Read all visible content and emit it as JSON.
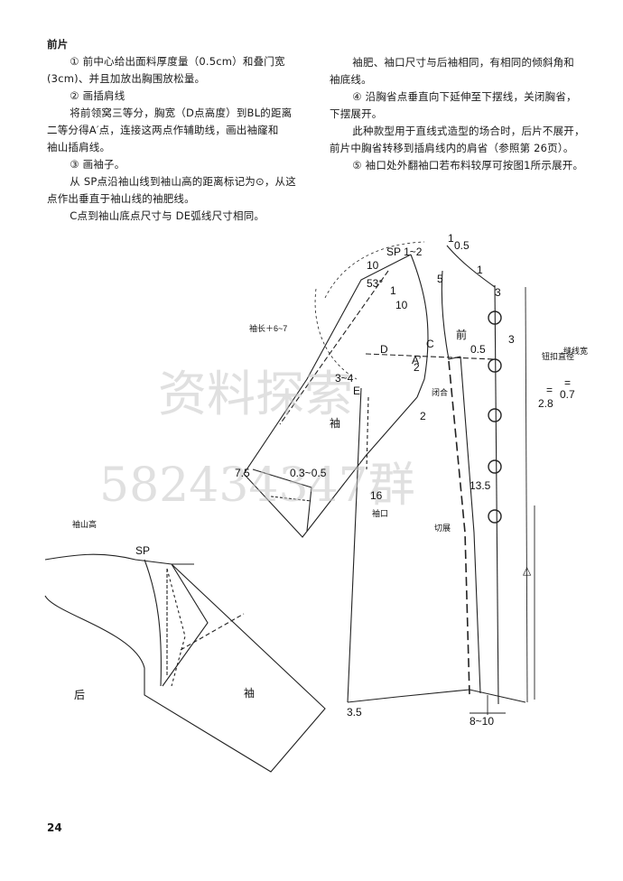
{
  "text": {
    "section_title": "前片",
    "left_paragraphs": [
      "① 前中心给出面料厚度量（0.5cm）和叠门宽",
      "(3cm)、并且加放出胸围放松量。",
      "② 画插肩线",
      "将前领窝三等分，胸宽（D点高度）到BL的距离",
      "二等分得A′点，连接这两点作辅助线，画出袖窿和",
      "袖山插肩线。",
      "③ 画袖子。",
      "从 SP点沿袖山线到袖山高的距离标记为⊙，从这",
      "点作出垂直于袖山线的袖肥线。",
      "C点到袖山底点尺寸与 DE弧线尺寸相同。"
    ],
    "right_paragraphs": [
      "袖肥、袖口尺寸与后袖相同，有相同的倾斜角和",
      "袖底线。",
      "④ 沿胸省点垂直向下延伸至下摆线，关闭胸省，",
      "下摆展开。",
      "此种款型用于直线式造型的场合时，后片不展开，",
      "前片中胸省转移到插肩线内的肩省（参照第 26页）。",
      "⑤ 袖口处外翻袖口若布料较厚可按图1所示展开。"
    ]
  },
  "diagram_labels": {
    "sp_1_2": "SP 1~2",
    "one_top": "1",
    "zero_five_top": "0.5",
    "ten_a": "10",
    "fifty_three": "53°",
    "one_a": "1",
    "ten_b": "10",
    "five": "5",
    "one_b": "1",
    "three_a": "3",
    "qian": "前",
    "three_b": "3",
    "zero_five_mid": "0.5",
    "d": "D",
    "c": "C",
    "a_prime": "A′",
    "xiuchang": "袖长＋6~7",
    "three_four": "3~4",
    "e": "E",
    "two_a": "2",
    "two_b": "2",
    "bihe": "闭合",
    "xiu": "袖",
    "kou_zhijing": "钮扣直径",
    "kou_value": "2.8",
    "fengxian_kuan": "缝线宽",
    "fengxian_value": "0.7",
    "eq_a": "=",
    "eq_b": "=",
    "seven_five": "7.5",
    "zero_three": "0.3~0.5",
    "thirteen_five": "13.5",
    "sixteen": "16",
    "xiukou": "袖口",
    "qiezhan": "切展",
    "triangle": "△",
    "three_five": "3.5",
    "eight_ten": "8~10",
    "xiushan_gao": "袖山高",
    "sp_small": "SP",
    "hou": "后",
    "xiu_small": "袖"
  },
  "watermark": {
    "line1": "资料探索",
    "line2": "582434347群"
  },
  "page_number": "24"
}
